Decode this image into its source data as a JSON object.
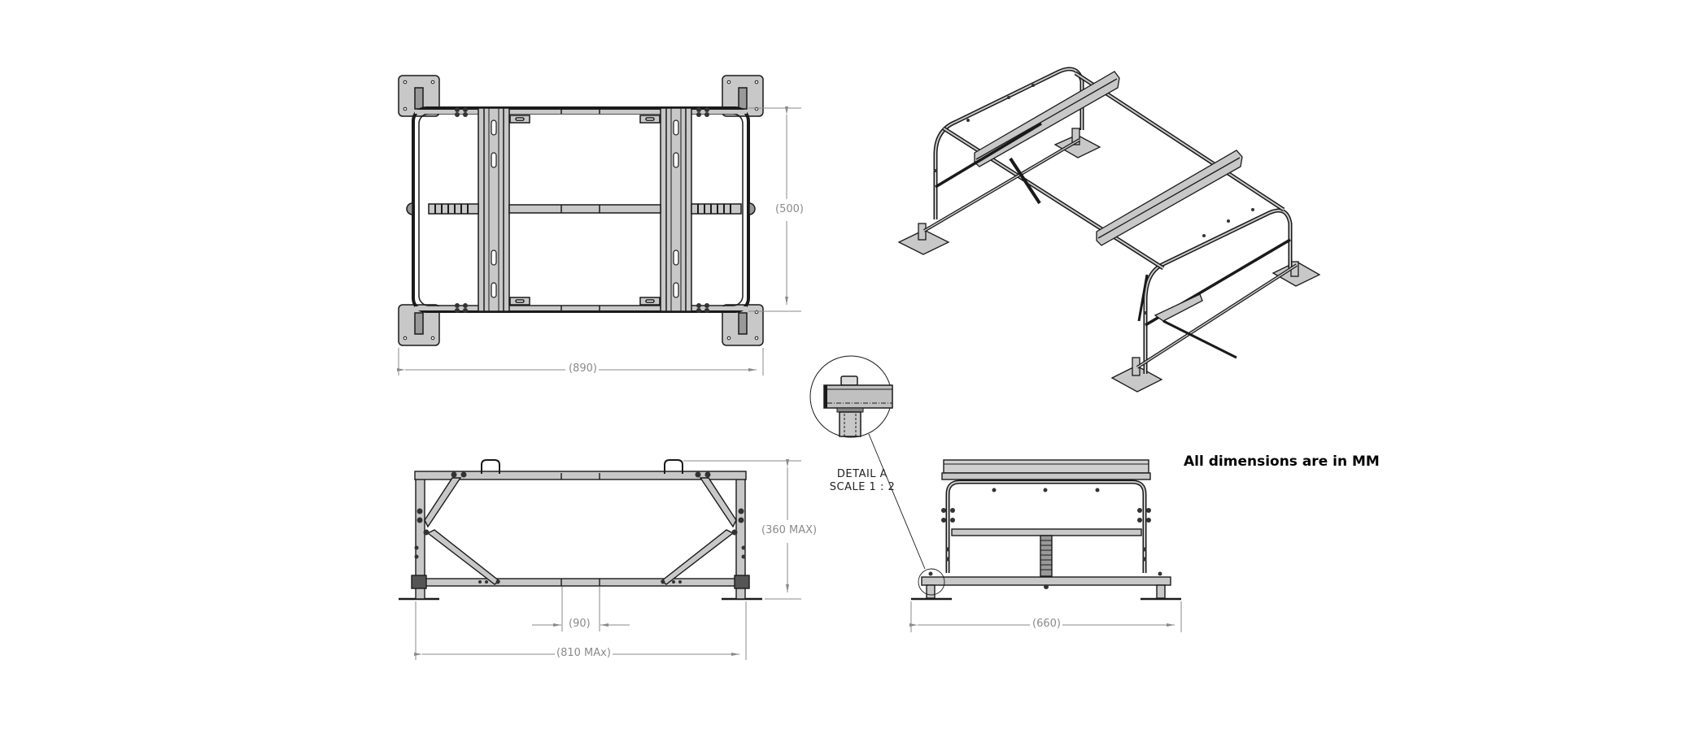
{
  "drawing": {
    "note": "All dimensions are in MM",
    "views": {
      "top_view": {
        "dimensions": {
          "width": "(890)",
          "depth": "(500)"
        }
      },
      "isometric_view": {},
      "front_view": {
        "dimensions": {
          "height": "(360 MAX)",
          "gap": "(90)",
          "width": "(810 MAx)"
        }
      },
      "side_view": {
        "dimensions": {
          "width": "(660)"
        }
      },
      "detail_a": {
        "title": "DETAIL A",
        "scale": "SCALE 1 : 2"
      }
    },
    "colors": {
      "line": "#1a1a1a",
      "fill": "#c8c8c8",
      "dim_line": "#8a8a8a",
      "background": "#ffffff"
    }
  }
}
